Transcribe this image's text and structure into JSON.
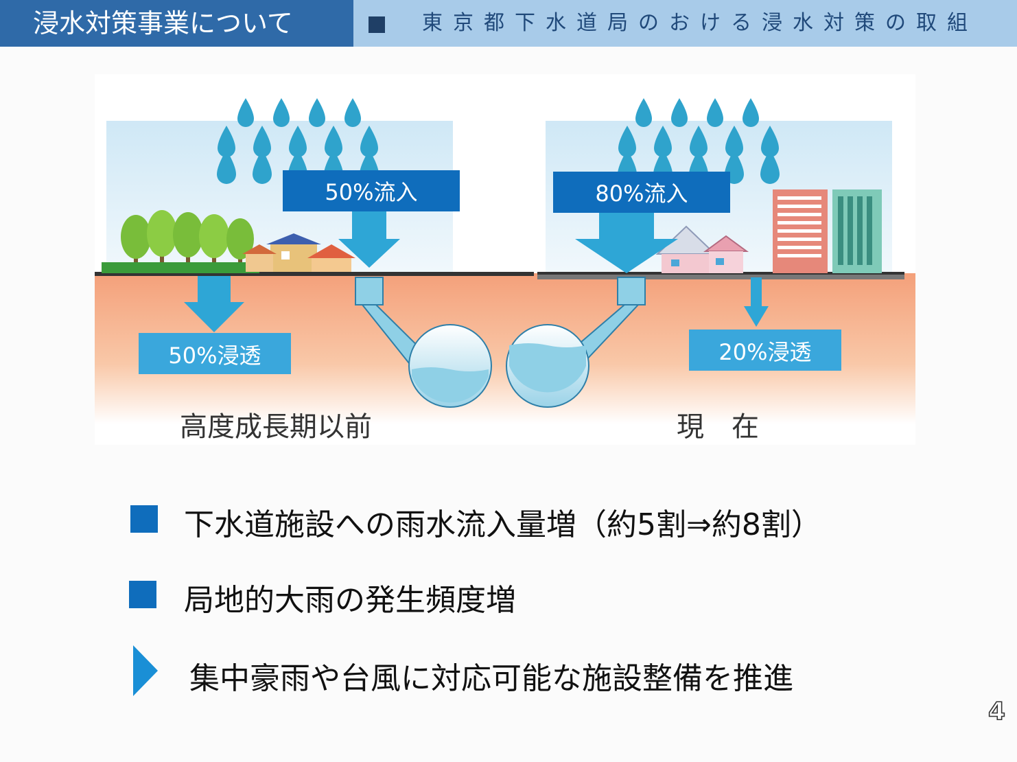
{
  "header": {
    "section_title": "浸水対策事業について",
    "subtitle": "東京都下水道局のおける浸水対策の取組"
  },
  "diagram": {
    "left_inflow_label": "50%流入",
    "left_infiltration_label": "50%浸透",
    "left_caption": "高度成長期以前",
    "right_inflow_label": "80%流入",
    "right_infiltration_label": "20%浸透",
    "right_caption": "現　在"
  },
  "bullets": {
    "item1": "下水道施設への雨水流入量増（約5割⇒約8割）",
    "item2": "局地的大雨の発生頻度増",
    "conclusion": "集中豪雨や台風に対応可能な施設整備を推進"
  },
  "page_number": "4",
  "colors": {
    "header_dark": "#2f6aa8",
    "header_light": "#a8cbe9",
    "label_dark": "#0f6dbc",
    "label_light": "#3aa7dc",
    "soil": "#f4a57c",
    "water": "#6cc4de"
  }
}
